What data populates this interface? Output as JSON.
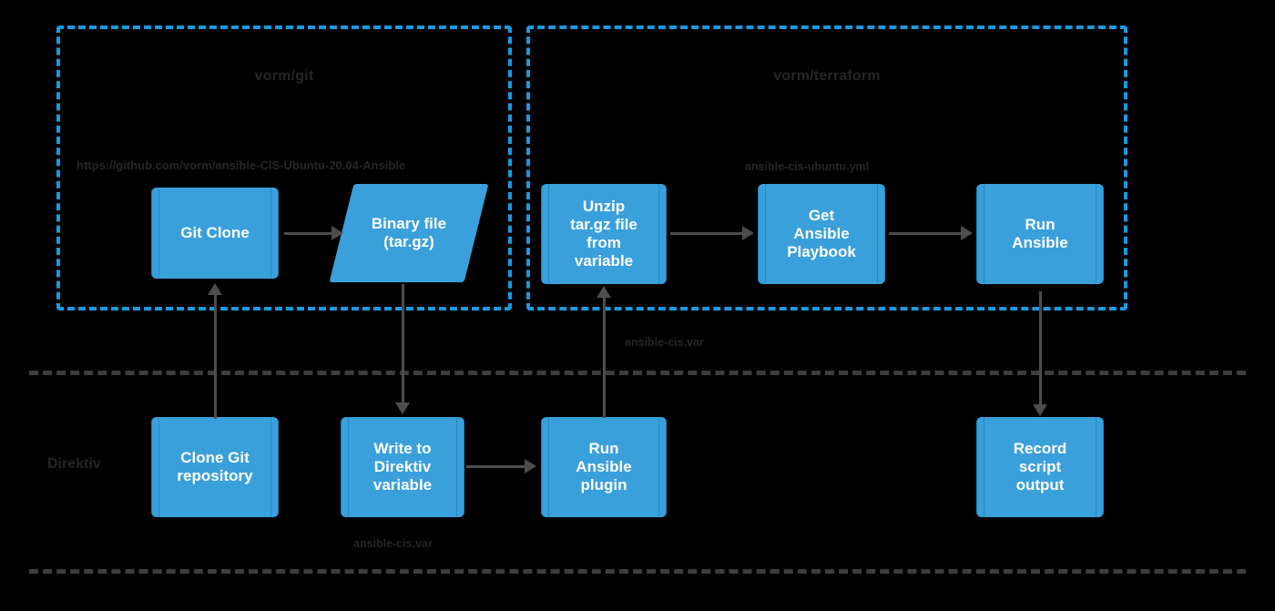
{
  "diagram": {
    "title": "Direktiv Ansible CIS workflow diagram",
    "colors": {
      "node_fill": "#3aa0db",
      "node_stroke": "#1f86c0",
      "node_text": "#ffffff",
      "group_border": "#1b9ae0",
      "connector": "#4d4d4d",
      "separator": "#3d3d3d",
      "background": "#000000",
      "annotation_text": "#262626"
    },
    "groups": [
      {
        "id": "group-git",
        "title": "vorm/git"
      },
      {
        "id": "group-terraform",
        "title": "vorm/terraform"
      }
    ],
    "lanes": [
      {
        "id": "lane-direktiv",
        "label": "Direktiv"
      }
    ],
    "nodes": [
      {
        "id": "git-clone",
        "label": "Git Clone",
        "shape": "process"
      },
      {
        "id": "binary-file",
        "label": "Binary file\n(tar.gz)",
        "line1": "Binary file",
        "line2": "(tar.gz)",
        "shape": "data"
      },
      {
        "id": "unzip-targz",
        "label": "Unzip tar.gz file from variable",
        "line1": "Unzip",
        "line2": "tar.gz file",
        "line3": "from",
        "line4": "variable",
        "shape": "process"
      },
      {
        "id": "get-ansible-playbook",
        "label": "Get Ansible Playbook",
        "line1": "Get",
        "line2": "Ansible",
        "line3": "Playbook",
        "shape": "process"
      },
      {
        "id": "run-ansible",
        "label": "Run Ansible",
        "line1": "Run",
        "line2": "Ansible",
        "shape": "process"
      },
      {
        "id": "clone-git-repository",
        "label": "Clone Git repository",
        "line1": "Clone Git",
        "line2": "repository",
        "shape": "process"
      },
      {
        "id": "write-to-direktiv-variable",
        "label": "Write to Direktiv variable",
        "line1": "Write to",
        "line2": "Direktiv",
        "line3": "variable",
        "shape": "process"
      },
      {
        "id": "run-ansible-plugin",
        "label": "Run Ansible plugin",
        "line1": "Run",
        "line2": "Ansible",
        "line3": "plugin",
        "shape": "process"
      },
      {
        "id": "record-script-output",
        "label": "Record script output",
        "line1": "Record",
        "line2": "script",
        "line3": "output",
        "shape": "process"
      }
    ],
    "annotations": [
      {
        "id": "repo-url",
        "text": "https://github.com/vorm/ansible-CIS-Ubuntu-20.04-Ansible"
      },
      {
        "id": "playbook-file",
        "text": "ansible-cis-ubuntu.yml"
      },
      {
        "id": "ansible-var-top",
        "text": "ansible-cis.var"
      },
      {
        "id": "ansible-var-bottom",
        "text": "ansible-cis.var"
      }
    ]
  }
}
